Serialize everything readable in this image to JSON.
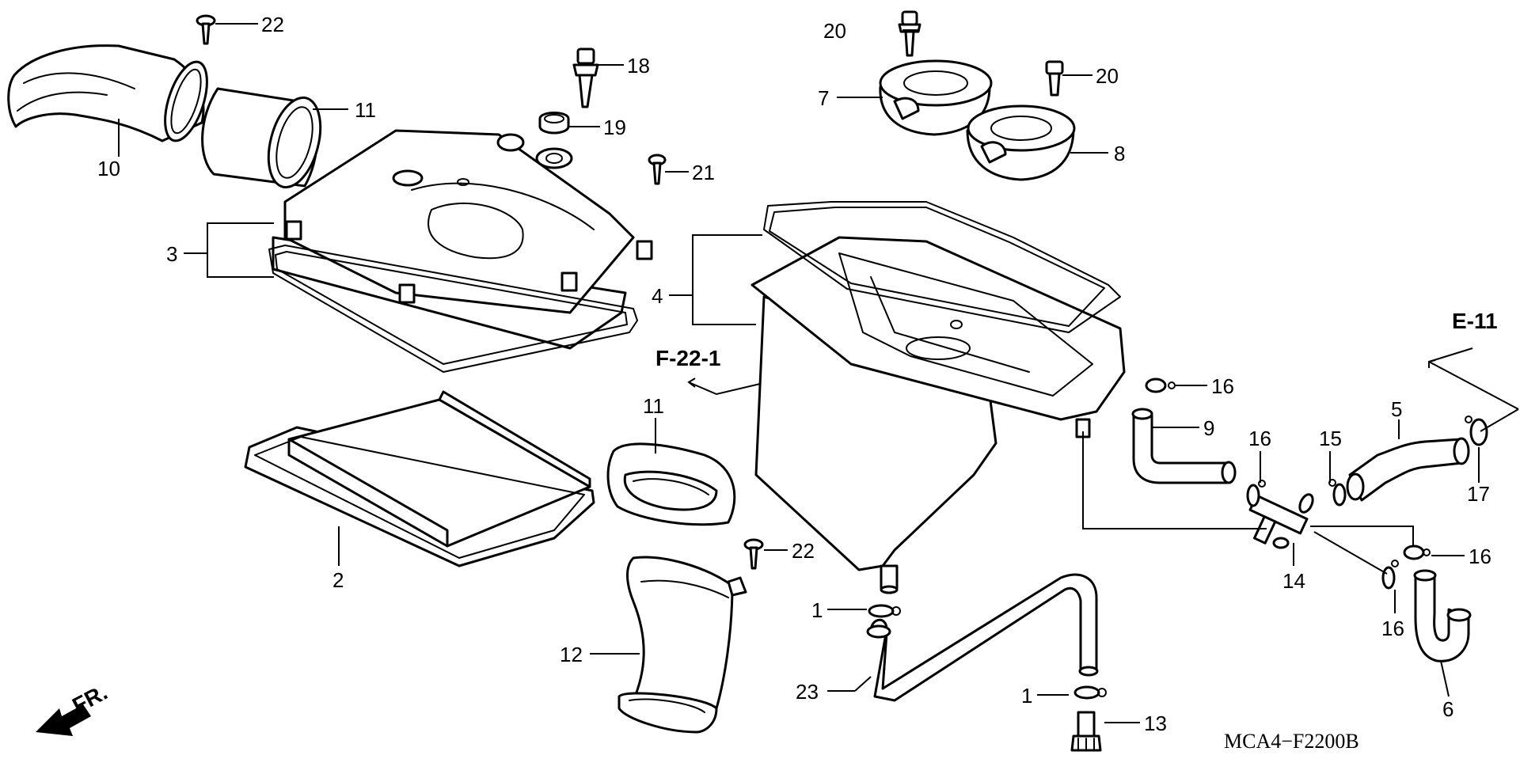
{
  "diagram": {
    "code": "MCA4−F2200B",
    "front_label": "FR.",
    "references": {
      "f22": "F-22-1",
      "e11": "E-11"
    },
    "callouts": {
      "c1a": "1",
      "c1b": "1",
      "c2": "2",
      "c3": "3",
      "c4": "4",
      "c5": "5",
      "c6": "6",
      "c7": "7",
      "c8": "8",
      "c9": "9",
      "c10": "10",
      "c11a": "11",
      "c11b": "11",
      "c12": "12",
      "c13": "13",
      "c14": "14",
      "c15": "15",
      "c16a": "16",
      "c16b": "16",
      "c16c": "16",
      "c16d": "16",
      "c17": "17",
      "c18": "18",
      "c19": "19",
      "c20a": "20",
      "c20b": "20",
      "c21": "21",
      "c22a": "22",
      "c22b": "22",
      "c23": "23"
    }
  }
}
